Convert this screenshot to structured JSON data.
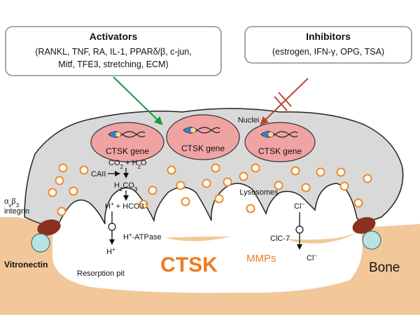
{
  "activators": {
    "title": "Activators",
    "line1": "(RANKL, TNF, RA, IL-1, PPARδ/β, c-jun,",
    "line2": "Mitf, TFE3, stretching, ECM)"
  },
  "inhibitors": {
    "title": "Inhibitors",
    "line1": "(estrogen, IFN-γ, OPG, TSA)"
  },
  "cell": {
    "nuclei_label": "Nuclei",
    "genes": [
      "CTSK gene",
      "CTSK gene",
      "CTSK gene"
    ],
    "lysosomes_label": "Lysosomes"
  },
  "chemistry": {
    "co2": "CO",
    "co2_sub": "2",
    "plus_h2o": " + H",
    "h2o_sub": "2",
    "h2o_tail": "O",
    "cail": "CAII",
    "h2co3_a": "H",
    "h2co3_sub1": "2",
    "h2co3_b": "CO",
    "h2co3_sub2": "3",
    "hplus": "H",
    "hplus_sup": "+",
    "hco3": " + HCO3",
    "hco3_sup": "−",
    "atpase_h": "H",
    "atpase_sup": "+",
    "atpase_tail": "-ATPase",
    "h_out": "H",
    "h_out_sup": "+",
    "cl_in": "Cl",
    "cl_in_sup": "−",
    "clc7": "ClC-7",
    "cl_out": "Cl",
    "cl_out_sup": "−"
  },
  "integrin": {
    "alpha": "α",
    "v": "v",
    "beta": "β",
    "three": "3",
    "word": "integrin"
  },
  "labels": {
    "vitronectin": "Vitronectin",
    "resorption_pit": "Resorption pit",
    "ctsk": "CTSK",
    "mmps": "MMPs",
    "bone": "Bone"
  },
  "colors": {
    "bone": "#f2c89a",
    "cell": "#d9d9d9",
    "nucleus": "#f0a3a3",
    "lysosome": "#f08a28",
    "activator_arrow": "#1a9a3a",
    "inhibitor_arrow": "#c0432a",
    "ctsk_text": "#f07a1e",
    "integrin": "#8a3020",
    "vitronectin": "#b9e2e2"
  }
}
